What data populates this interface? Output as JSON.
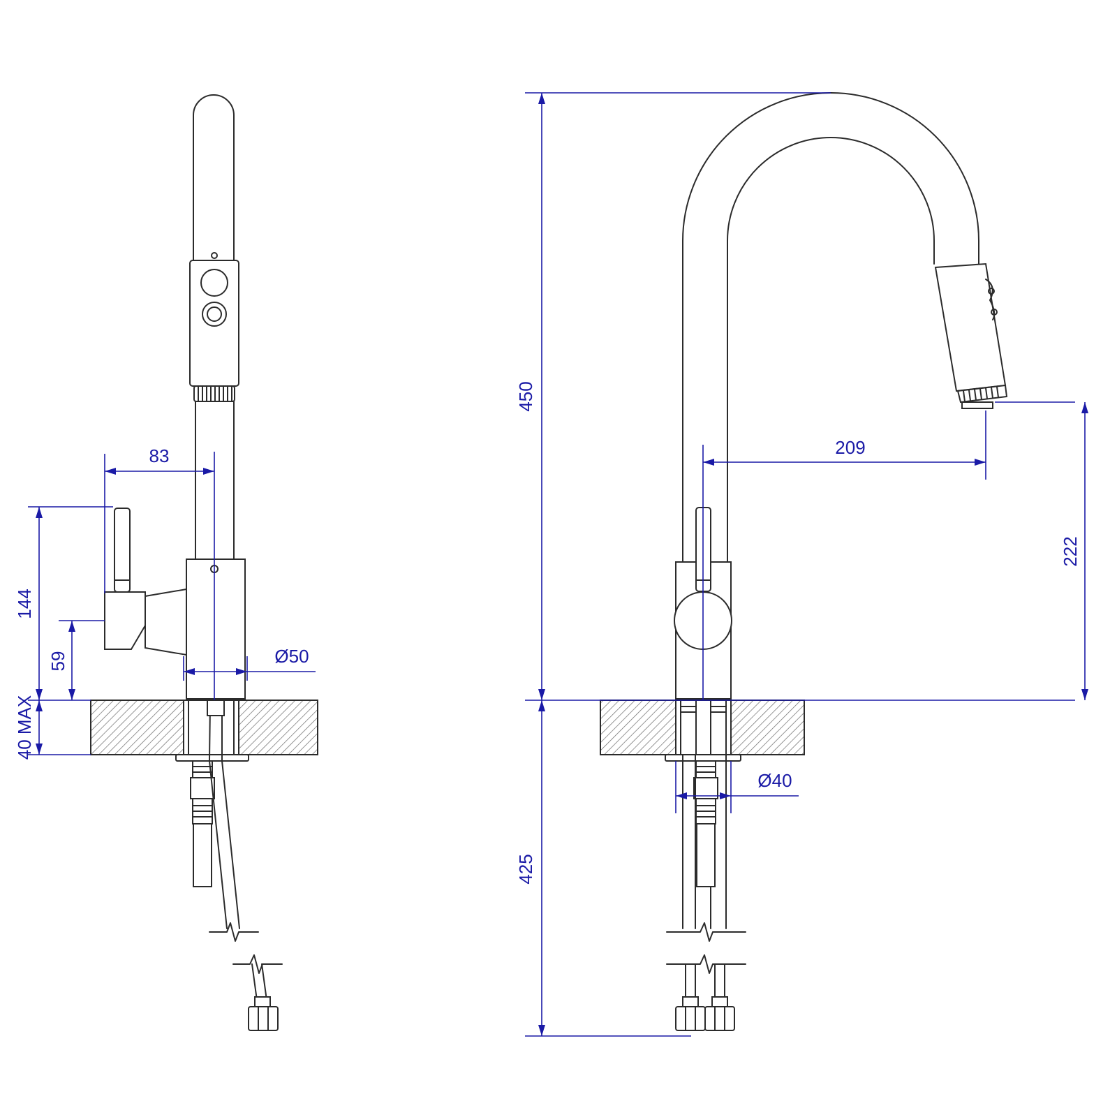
{
  "dimensions": {
    "side_reach": "83",
    "handle_height": "144",
    "lever_height": "59",
    "deck_thickness": "40 MAX",
    "body_diameter": "Ø50",
    "total_height": "450",
    "spout_reach": "209",
    "spout_clearance": "222",
    "hole_diameter": "Ø40",
    "hose_length": "425"
  },
  "colors": {
    "outline": "#2b2b2b",
    "dimension": "#1a1aa6",
    "background": "#ffffff"
  }
}
